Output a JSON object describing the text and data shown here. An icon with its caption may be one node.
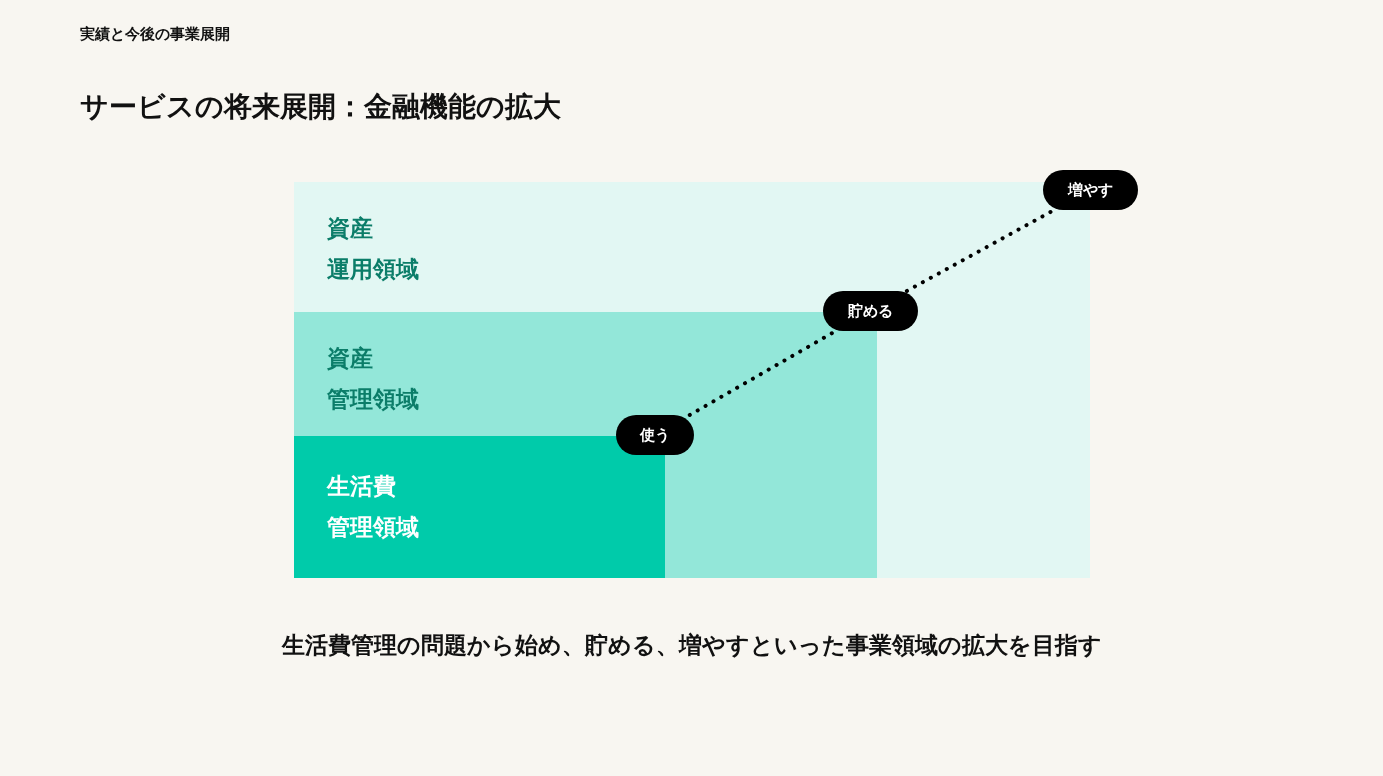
{
  "diagram": {
    "title": "サービスの将来展開：金融機能の拡大",
    "caption": "生活費管理の問題から始め、貯める、増やすといった事業領域の拡大を目指す",
    "nodes": [
      {
        "text": [
          "資産運用領域"
        ]
      },
      {
        "text": [
          "資産管理領域"
        ],
        "in": 0
      },
      {
        "text": [
          "生活費管理領域"
        ],
        "in": 1
      },
      {
        "text": [
          "使う"
        ],
        "in": 1
      },
      {
        "text": [
          "貯める"
        ],
        "in": 0
      },
      {
        "text": [
          "増やす"
        ]
      }
    ],
    "edges": [
      {
        "from": 3,
        "to": 4,
        "arrow": "none",
        "style": "dashed"
      },
      {
        "from": 4,
        "to": 5,
        "arrow": "none",
        "style": "dashed"
      }
    ],
    "labels": [
      "実績と今後の事業展開"
    ]
  }
}
